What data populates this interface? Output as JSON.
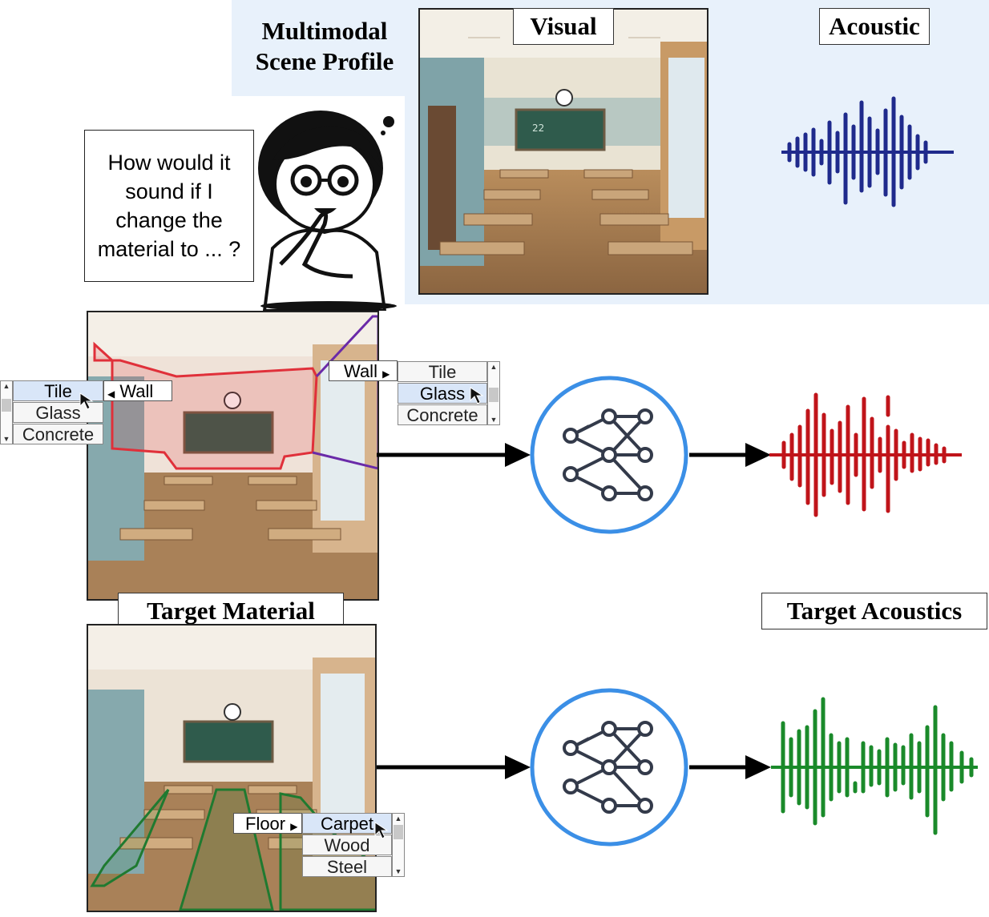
{
  "profile": {
    "title_line1": "Multimodal",
    "title_line2": "Scene Profile",
    "visual_label": "Visual",
    "acoustic_label": "Acoustic",
    "wave_color": "#1f2a8c"
  },
  "bubble": {
    "line1": "How would it",
    "line2": "sound if I",
    "line3": "change the",
    "line4": "material to ... ?"
  },
  "edit1": {
    "left_menu": {
      "tag": "Wall",
      "options": [
        "Tile",
        "Glass",
        "Concrete"
      ],
      "selected": "Tile"
    },
    "right_menu": {
      "tag": "Wall",
      "options": [
        "Tile",
        "Glass",
        "Concrete"
      ],
      "selected": "Glass"
    },
    "wave_color": "#c0141a",
    "outline_colors": {
      "wall_left": "#e0303a",
      "wall_right": "#6a2aa8"
    }
  },
  "labels": {
    "target_material": "Target Material",
    "target_acoustics": "Target Acoustics"
  },
  "edit2": {
    "menu": {
      "tag": "Floor",
      "options": [
        "Carpet",
        "Wood",
        "Steel"
      ],
      "selected": "Carpet"
    },
    "wave_color": "#1a8a2a",
    "outline_color": "#1f7a30"
  },
  "network": {
    "icon": "neural-network-icon",
    "ring_color": "#3b8fe6",
    "node_color": "#333a4a"
  },
  "classroom": {
    "board_number": "22"
  }
}
